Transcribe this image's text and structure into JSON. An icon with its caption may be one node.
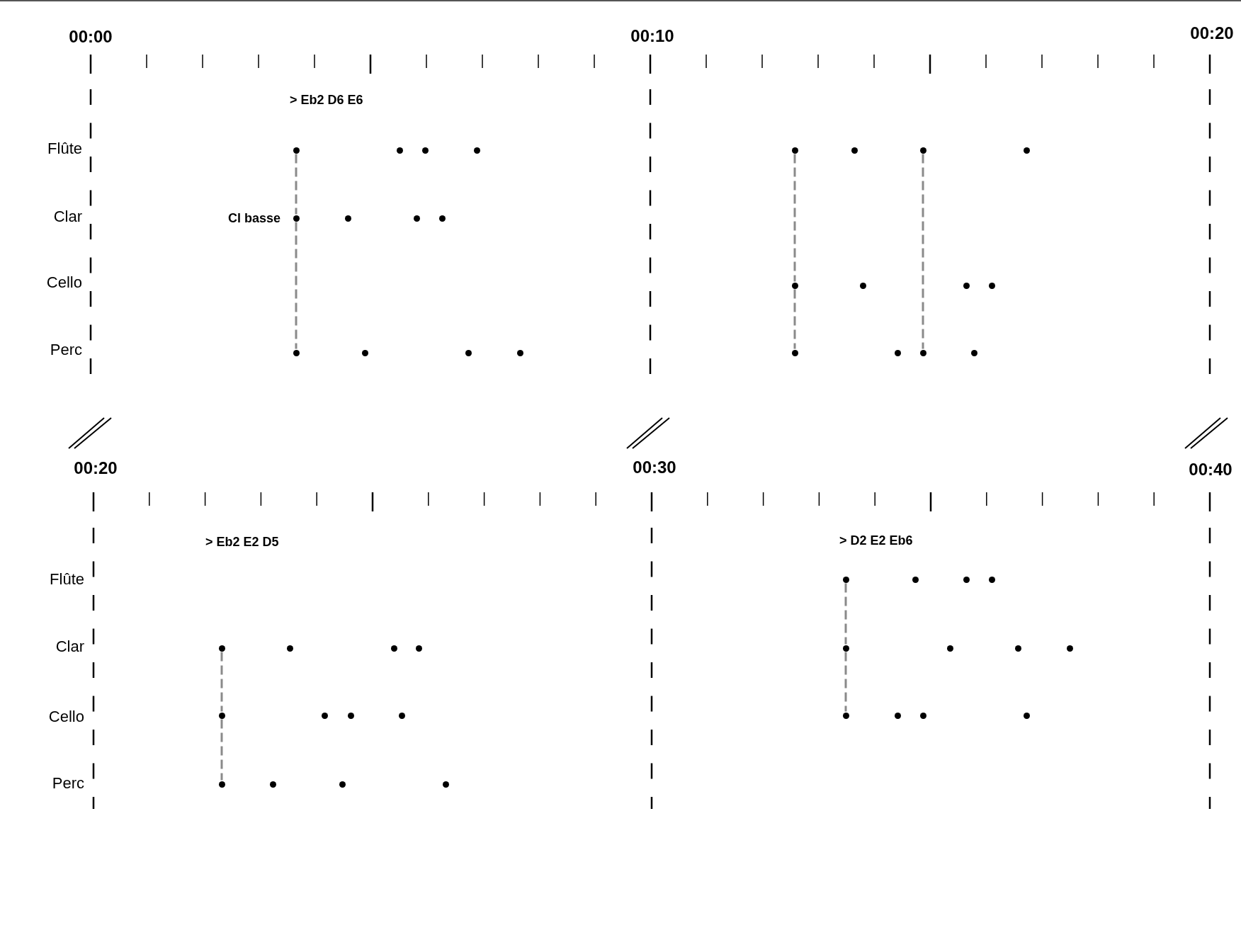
{
  "diagram": {
    "nodes": [
      {
        "text": [],
        "shape": "circle"
      },
      {
        "text": [],
        "shape": "circle"
      },
      {
        "text": [],
        "shape": "circle"
      },
      {
        "text": [],
        "shape": "circle"
      },
      {
        "text": [],
        "shape": "circle"
      },
      {
        "text": [],
        "shape": "circle"
      },
      {
        "text": [],
        "shape": "circle"
      },
      {
        "text": [],
        "shape": "circle"
      },
      {
        "text": [],
        "shape": "circle",
        "beside": [
          "Cl basse"
        ]
      },
      {
        "text": [],
        "shape": "circle"
      },
      {
        "text": [],
        "shape": "circle"
      },
      {
        "text": [],
        "shape": "circle"
      },
      {
        "text": [],
        "shape": "circle"
      },
      {
        "text": [],
        "shape": "circle"
      },
      {
        "text": [],
        "shape": "circle"
      },
      {
        "text": [],
        "shape": "circle"
      },
      {
        "text": [],
        "shape": "circle"
      },
      {
        "text": [],
        "shape": "circle"
      },
      {
        "text": [],
        "shape": "circle"
      },
      {
        "text": [],
        "shape": "circle"
      },
      {
        "text": [],
        "shape": "circle"
      },
      {
        "text": [],
        "shape": "circle"
      },
      {
        "text": [],
        "shape": "circle"
      },
      {
        "text": [],
        "shape": "circle"
      },
      {
        "text": [],
        "shape": "circle"
      },
      {
        "text": [],
        "shape": "circle"
      },
      {
        "text": [],
        "shape": "circle"
      },
      {
        "text": [],
        "shape": "circle"
      },
      {
        "text": [],
        "shape": "circle"
      },
      {
        "text": [],
        "shape": "circle"
      },
      {
        "text": [],
        "shape": "circle"
      },
      {
        "text": [],
        "shape": "circle"
      },
      {
        "text": [],
        "shape": "circle"
      },
      {
        "text": [],
        "shape": "circle"
      },
      {
        "text": [],
        "shape": "circle"
      },
      {
        "text": [],
        "shape": "circle"
      },
      {
        "text": [],
        "shape": "circle"
      },
      {
        "text": [],
        "shape": "circle"
      },
      {
        "text": [],
        "shape": "circle"
      },
      {
        "text": [],
        "shape": "circle"
      },
      {
        "text": [],
        "shape": "circle"
      },
      {
        "text": [],
        "shape": "circle"
      },
      {
        "text": [],
        "shape": "circle"
      },
      {
        "text": [],
        "shape": "circle"
      },
      {
        "text": [],
        "shape": "circle"
      },
      {
        "text": [],
        "shape": "circle"
      },
      {
        "text": [],
        "shape": "circle"
      },
      {
        "text": [],
        "shape": "circle"
      }
    ],
    "edges": [
      {
        "from": 0,
        "to": 8,
        "arrow": "none",
        "style": "dashed"
      },
      {
        "from": 8,
        "to": 16,
        "arrow": "none",
        "style": "dashed"
      },
      {
        "from": 4,
        "to": 12,
        "arrow": "none",
        "style": "dashed"
      },
      {
        "from": 12,
        "to": 20,
        "arrow": "none",
        "style": "dashed"
      },
      {
        "from": 6,
        "to": 22,
        "arrow": "none",
        "style": "dashed"
      },
      {
        "from": 28,
        "to": 36,
        "arrow": "none",
        "style": "dashed"
      },
      {
        "from": 36,
        "to": 44,
        "arrow": "none",
        "style": "dashed"
      },
      {
        "from": 24,
        "to": 32,
        "arrow": "none",
        "style": "dashed"
      },
      {
        "from": 32,
        "to": 40,
        "arrow": "none",
        "style": "dashed"
      }
    ],
    "labels": [
      "00:00",
      "00:10",
      "00:20",
      "> Eb2 D6 E6",
      "Flûte",
      "Clar",
      "Cello",
      "Perc",
      "00:20",
      "00:30",
      "00:40",
      "> Eb2 E2 D5",
      "> D2 E2 Eb6",
      "Flûte",
      "Clar",
      "Cello",
      "Perc"
    ]
  }
}
